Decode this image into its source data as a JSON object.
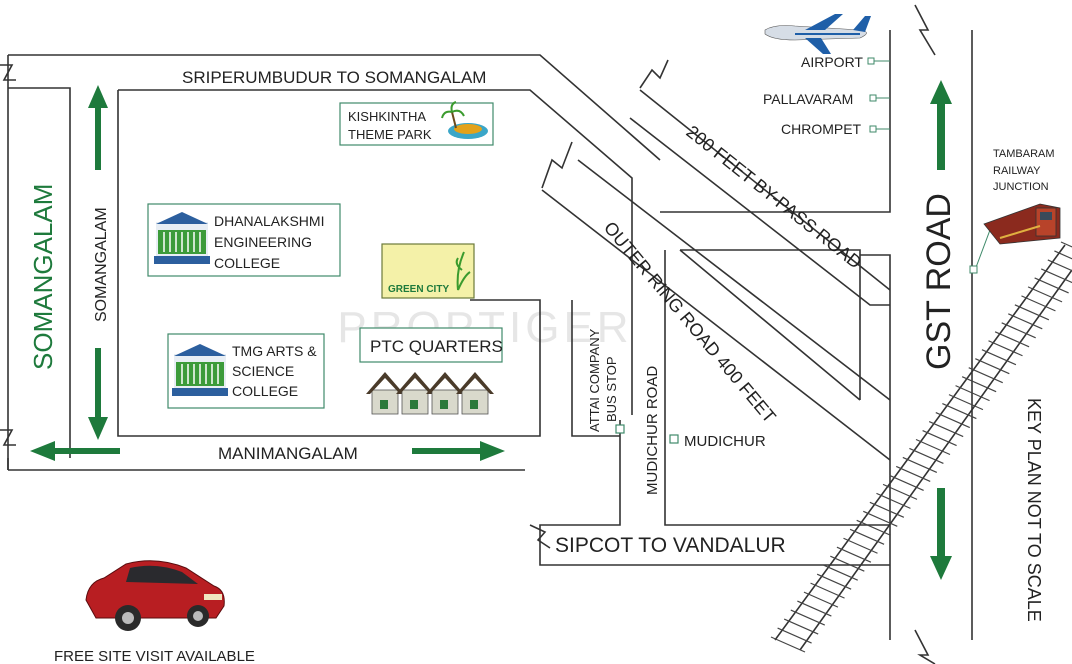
{
  "colors": {
    "road_line": "#333333",
    "arrow": "#1e7a3c",
    "label_box_border": "#3f8a6a",
    "label_green": "#1e7a3c",
    "green_city_bg": "#f4f1a8",
    "car": "#b81e22",
    "house_roof": "#4a3b2a",
    "house_wall": "#d9d9cc"
  },
  "roads": {
    "sriperumbudur": "SRIPERUMBUDUR TO SOMANGALAM",
    "somangalam_big": "SOMANGALAM",
    "somangalam_small": "SOMANGALAM",
    "manimangalam": "MANIMANGALAM",
    "bypass": "200 FEET BY-PASS ROAD",
    "outer_ring": "OUTER RING ROAD 400 FEET",
    "mudichur_road": "MUDICHUR ROAD",
    "sipcot": "SIPCOT TO VANDALUR",
    "gst": "GST ROAD"
  },
  "places": {
    "kishkintha": [
      "KISHKINTHA",
      "THEME PARK"
    ],
    "dhanalakshmi": [
      "DHANALAKSHMI",
      "ENGINEERING",
      "COLLEGE"
    ],
    "tmg": [
      "TMG ARTS &",
      "SCIENCE",
      "COLLEGE"
    ],
    "green_city": "GREEN CITY",
    "ptc": "PTC QUARTERS",
    "attai": [
      "ATTAI COMPANY",
      "BUS STOP"
    ],
    "mudichur": "MUDICHUR",
    "airport": "AIRPORT",
    "pallavaram": "PALLAVARAM",
    "chrompet": "CHROMPET",
    "tambaram": [
      "TAMBARAM",
      "RAILWAY",
      "JUNCTION"
    ]
  },
  "notes": {
    "key_plan": "KEY PLAN NOT TO SCALE",
    "site_visit": "FREE SITE VISIT AVAILABLE",
    "watermark": "PROPTIGER"
  },
  "icons": [
    "airplane-icon",
    "train-icon",
    "car-icon",
    "college-building-icon",
    "houses-icon",
    "theme-park-icon"
  ]
}
